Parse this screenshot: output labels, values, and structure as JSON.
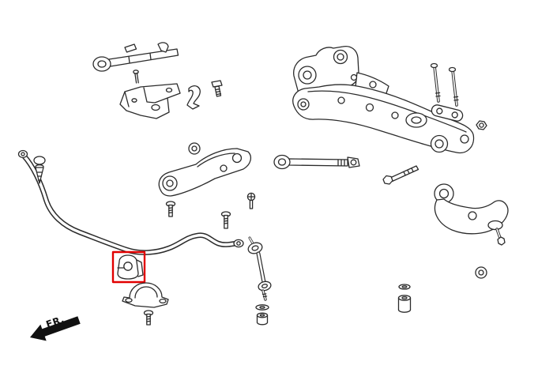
{
  "diagram": {
    "fr_label": "FR.",
    "highlight_color": "#e10000",
    "line_color": "#2b2b2b",
    "arrow_color": "#111111",
    "background_color": "#ffffff",
    "highlighted_part": "stabilizer-bar-bushing",
    "parts": [
      "front-brace-bar",
      "mount-bracket",
      "hook-clip",
      "top-bolt",
      "center-support-arm",
      "push-pin-clip",
      "stabilizer-bar",
      "stabilizer-bushing",
      "bushing-clamp-bracket",
      "clamp-bolt",
      "flange-bolt",
      "pan-screw",
      "stabilizer-end-link",
      "link-washer-grommet",
      "subframe-crossmember",
      "mounting-studs",
      "stud-link-plate",
      "lateral-rod",
      "long-bolt",
      "lower-control-arm",
      "ball-joint-nut",
      "flange-nut",
      "plain-washer",
      "spacer-stack",
      "fr-direction-arrow"
    ]
  }
}
